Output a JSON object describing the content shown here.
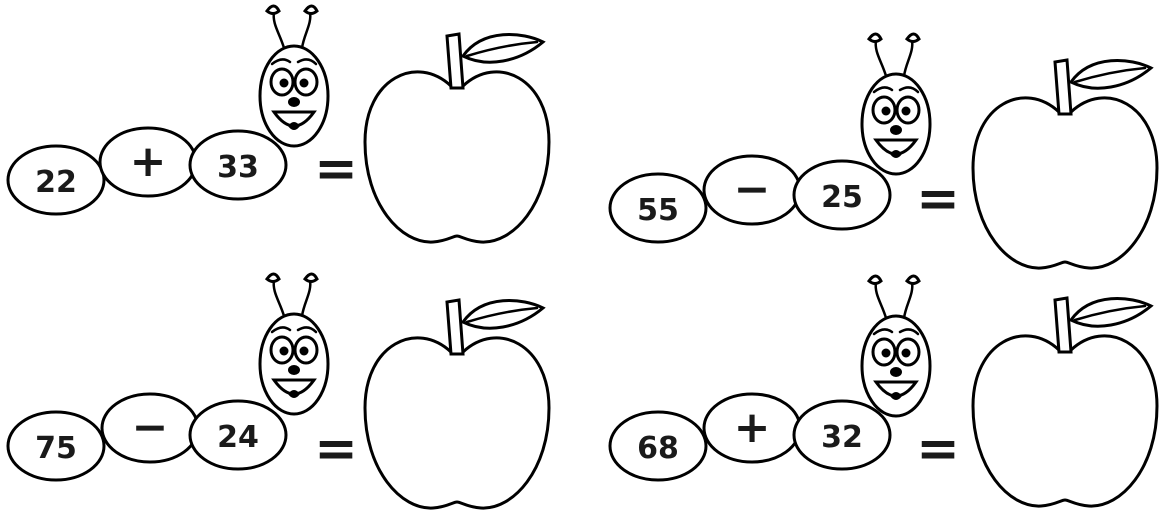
{
  "problems": [
    {
      "a": "22",
      "op": "+",
      "b": "33",
      "eq": "="
    },
    {
      "a": "55",
      "op": "−",
      "b": "25",
      "eq": "="
    },
    {
      "a": "75",
      "op": "−",
      "b": "24",
      "eq": "="
    },
    {
      "a": "68",
      "op": "+",
      "b": "32",
      "eq": "="
    }
  ],
  "colors": {
    "ink": "#000000",
    "paper": "#ffffff"
  },
  "icons": [
    "caterpillar-head-icon",
    "apple-icon"
  ]
}
